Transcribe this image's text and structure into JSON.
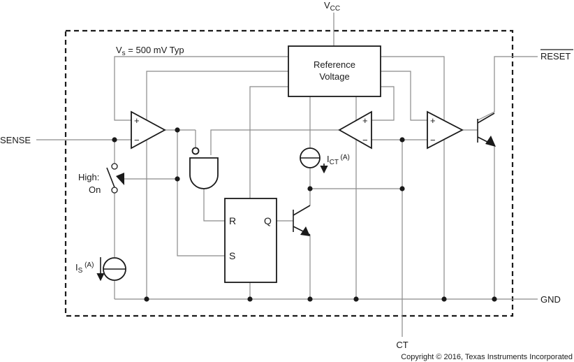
{
  "pins": {
    "vcc_main": "V",
    "vcc_sub": "CC",
    "sense": "SENSE",
    "reset": "RESET",
    "gnd": "GND",
    "ct": "CT"
  },
  "labels": {
    "vs_main": "V",
    "vs_sub": "s",
    "vs_rest": " = 500 mV Typ",
    "reference_line1": "Reference",
    "reference_line2": "Voltage",
    "ict_main": "I",
    "ict_sub": "CT",
    "ict_note": " (A)",
    "is_main": "I",
    "is_sub": "S",
    "is_note": " (A)",
    "switch_line1": "High:",
    "switch_line2": "On",
    "ff_r": "R",
    "ff_s": "S",
    "ff_q": "Q",
    "plus": "+",
    "minus": "−"
  },
  "footer": {
    "copyright": "Copyright © 2016, Texas Instruments Incorporated"
  }
}
